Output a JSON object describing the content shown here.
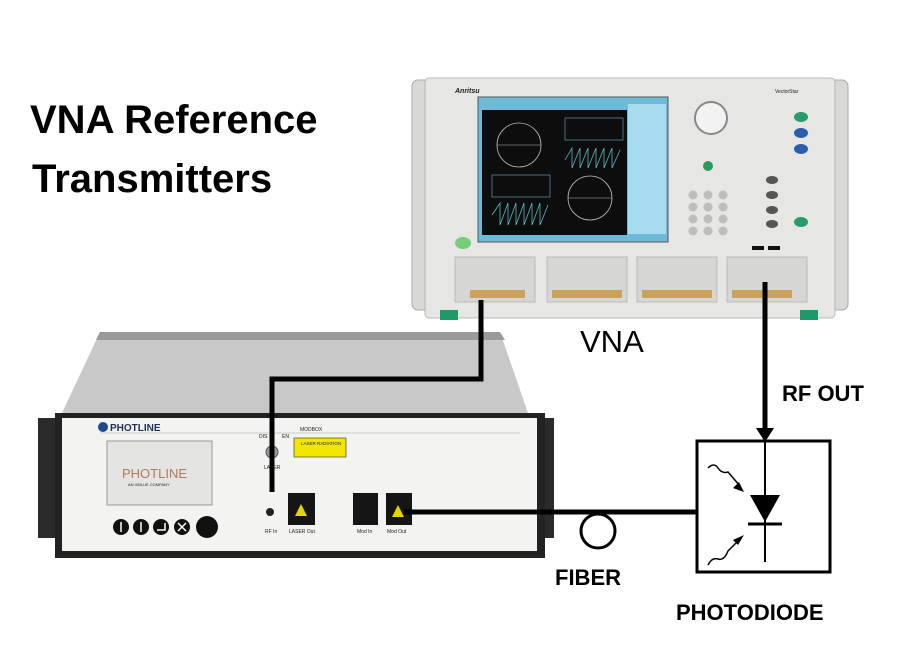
{
  "title": {
    "line1": "VNA Reference",
    "line2": "Transmitters"
  },
  "labels": {
    "vna": "VNA",
    "rf_out": "RF OUT",
    "fiber": "FIBER",
    "photodiode": "PHOTODIODE"
  },
  "vna_device": {
    "brand": "Anritsu",
    "model": "VectorStar"
  },
  "transmitter": {
    "brand": "PHOTLINE",
    "tagline": "AN iXBLUE COMPANY",
    "model": "MODBOX",
    "switch_dis": "DIS",
    "switch_en": "EN",
    "switch_label": "LASER",
    "warning": "LASER RADIATION",
    "ports": {
      "rf_in": "RF In",
      "laser_out": "LASER Out",
      "mod_in": "Mod In",
      "mod_out": "Mod Out"
    }
  },
  "colors": {
    "line": "#000000",
    "sticker": "#f2e600",
    "vna_body": "#e4e4e2",
    "screen": "#0d0d0d"
  }
}
